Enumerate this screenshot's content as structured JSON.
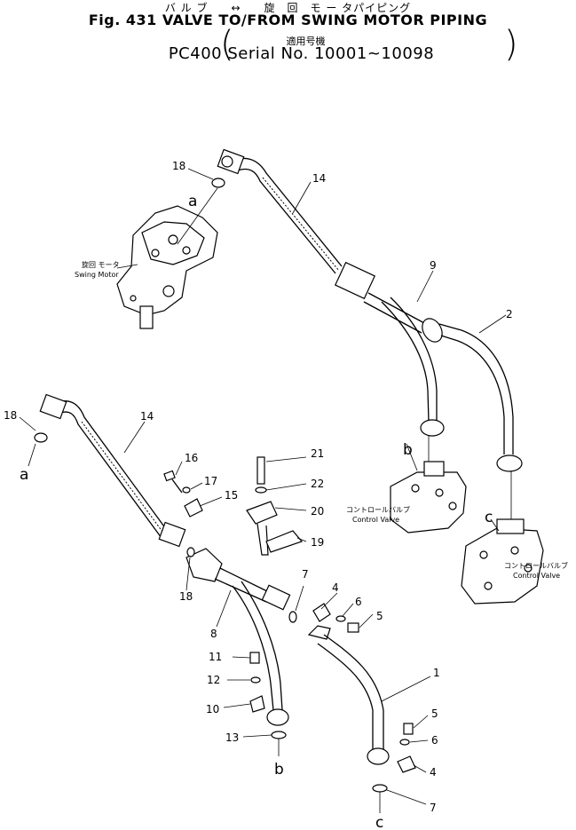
{
  "header": {
    "jp_line": "バ ル ブ　　↔　　旋　回　モ ー タパイピング",
    "title": "Fig. 431 VALVE TO/FROM SWING MOTOR PIPING",
    "jp_applicable": "適用号機",
    "serial": "PC400 Serial No. 10001~10098"
  },
  "labels": {
    "swing_motor_jp": "旋回 モータ",
    "swing_motor_en": "Swing Motor",
    "control_valve_jp": "コントロールバルブ",
    "control_valve_en": "Control Valve"
  },
  "refs": {
    "a": "a",
    "b": "b",
    "c": "c"
  },
  "part_numbers": {
    "p1": "1",
    "p2": "2",
    "p4a": "4",
    "p4b": "4",
    "p5a": "5",
    "p5b": "5",
    "p6a": "6",
    "p6b": "6",
    "p7a": "7",
    "p7b": "7",
    "p8": "8",
    "p9": "9",
    "p10": "10",
    "p11": "11",
    "p12": "12",
    "p13": "13",
    "p14a": "14",
    "p14b": "14",
    "p15": "15",
    "p16": "16",
    "p17": "17",
    "p18a": "18",
    "p18b": "18",
    "p18c": "18",
    "p19": "19",
    "p20": "20",
    "p21": "21",
    "p22": "22"
  }
}
